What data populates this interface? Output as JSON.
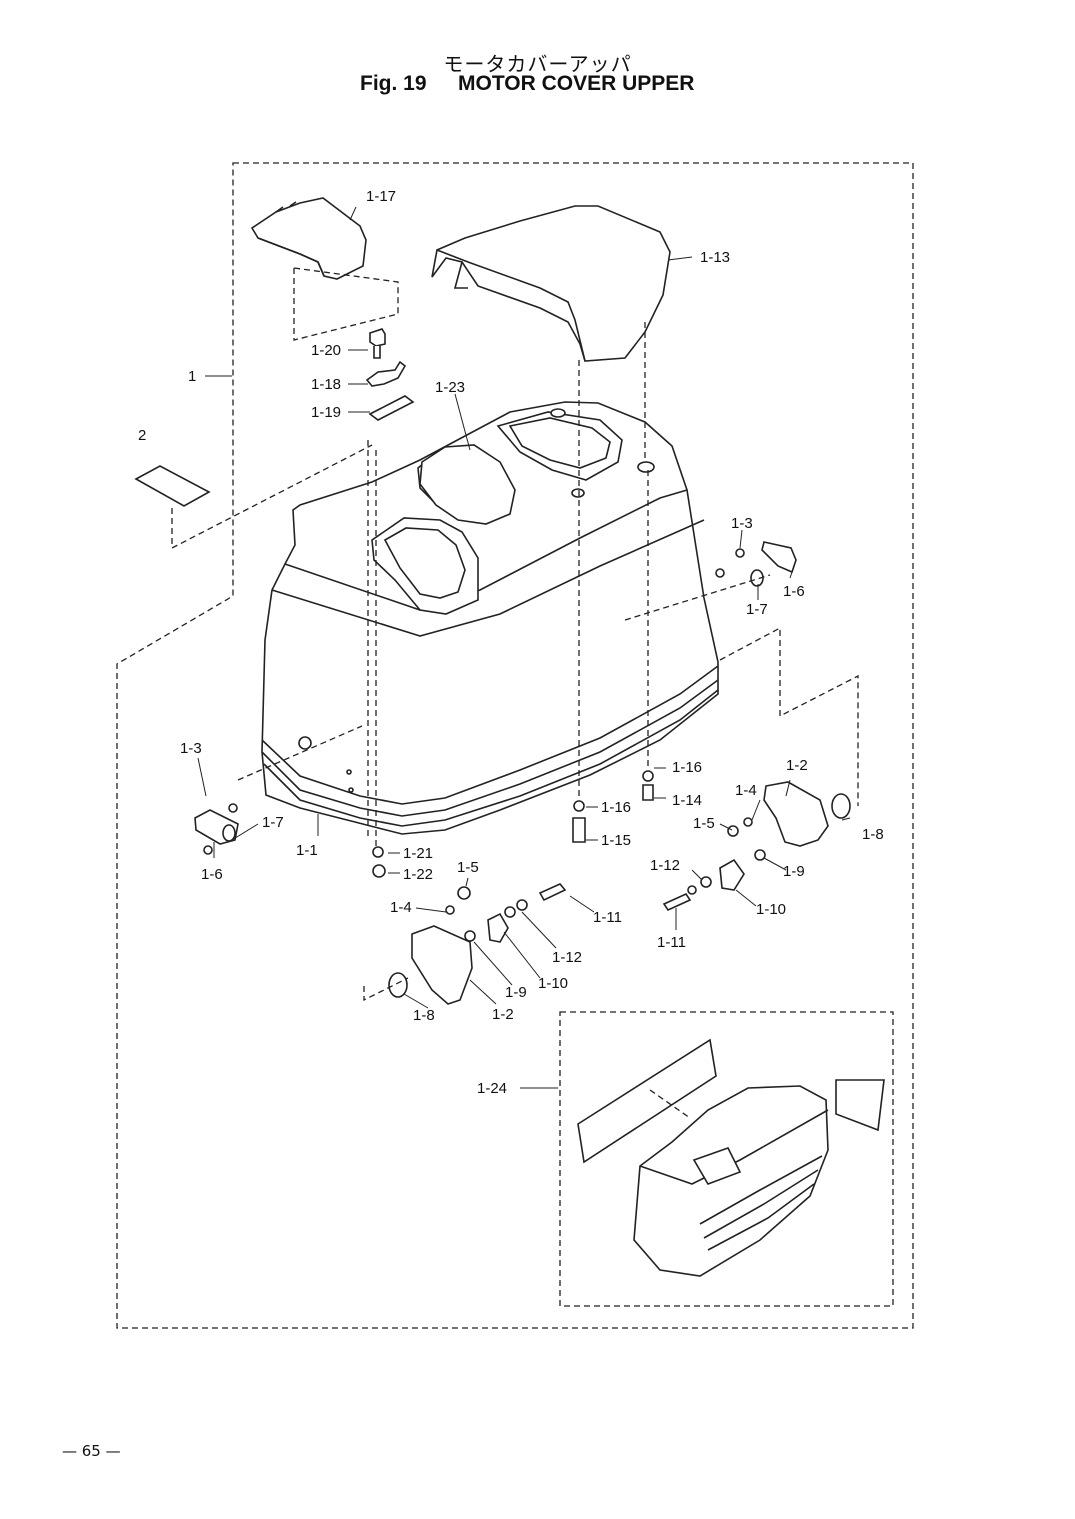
{
  "header": {
    "title_jp": "モータカバーアッパ",
    "fig_label": "Fig. 19",
    "title_en": "MOTOR COVER UPPER"
  },
  "labels": {
    "l_1": "1",
    "l_2": "2",
    "l_1_1": "1-1",
    "l_1_2a": "1-2",
    "l_1_2b": "1-2",
    "l_1_3a": "1-3",
    "l_1_3b": "1-3",
    "l_1_4a": "1-4",
    "l_1_4b": "1-4",
    "l_1_5a": "1-5",
    "l_1_5b": "1-5",
    "l_1_6a": "1-6",
    "l_1_6b": "1-6",
    "l_1_7a": "1-7",
    "l_1_7b": "1-7",
    "l_1_8a": "1-8",
    "l_1_8b": "1-8",
    "l_1_9a": "1-9",
    "l_1_9b": "1-9",
    "l_1_10a": "1-10",
    "l_1_10b": "1-10",
    "l_1_11a": "1-11",
    "l_1_11b": "1-11",
    "l_1_12a": "1-12",
    "l_1_12b": "1-12",
    "l_1_13": "1-13",
    "l_1_14": "1-14",
    "l_1_15": "1-15",
    "l_1_16a": "1-16",
    "l_1_16b": "1-16",
    "l_1_17": "1-17",
    "l_1_18": "1-18",
    "l_1_19": "1-19",
    "l_1_20": "1-20",
    "l_1_21": "1-21",
    "l_1_22": "1-22",
    "l_1_23": "1-23",
    "l_1_24": "1-24"
  },
  "footer": {
    "page_number": "— 65 —"
  }
}
